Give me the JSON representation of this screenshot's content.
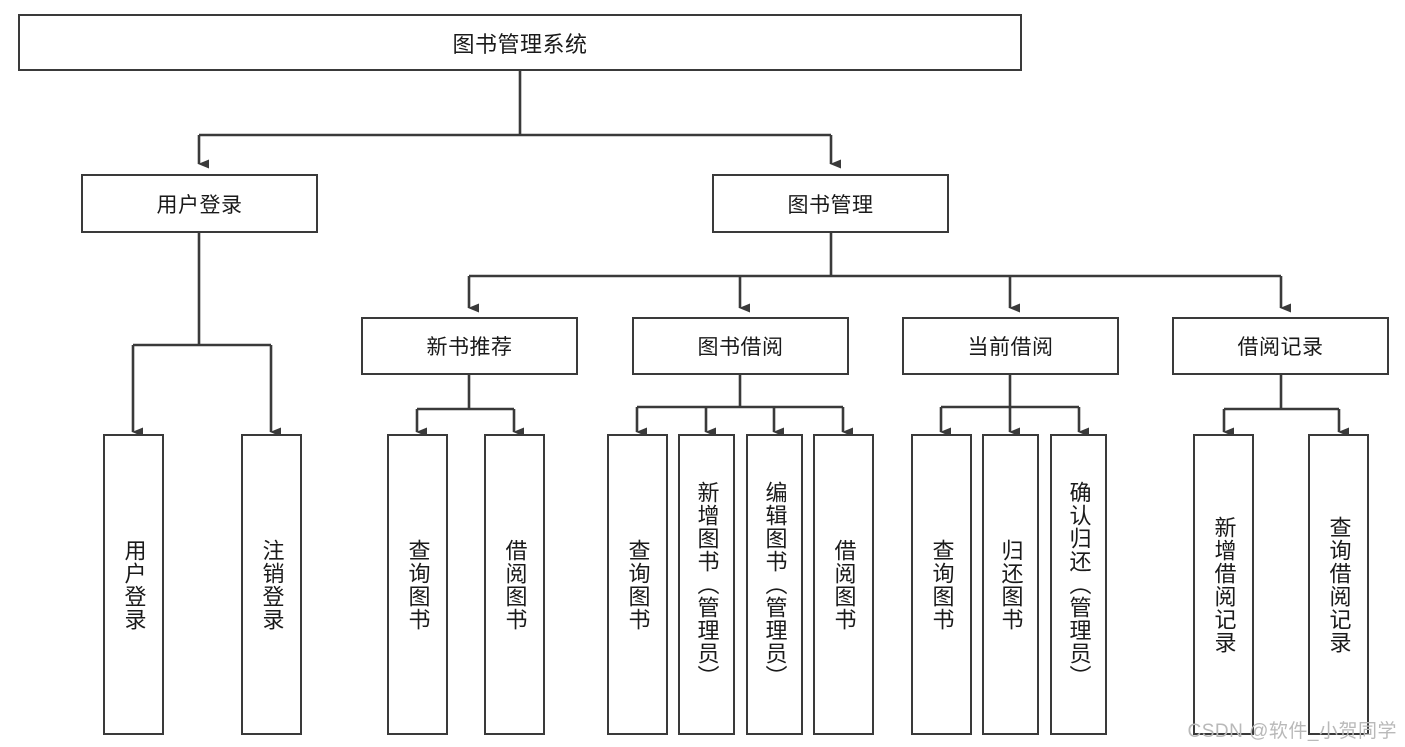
{
  "diagram": {
    "title": "图书管理系统",
    "type": "tree-hierarchy",
    "colors": {
      "box_border": "#3a3a3a",
      "box_fill": "#ffffff",
      "edge": "#3a3a3a",
      "text": "#1a1a1a",
      "watermark": "#b9b9b9"
    },
    "root": {
      "label": "图书管理系统"
    },
    "level1": [
      {
        "label": "用户登录"
      },
      {
        "label": "图书管理"
      }
    ],
    "level2": [
      {
        "label": "新书推荐"
      },
      {
        "label": "图书借阅"
      },
      {
        "label": "当前借阅"
      },
      {
        "label": "借阅记录"
      }
    ],
    "leaves": {
      "user_login": [
        {
          "label": "用户登录"
        },
        {
          "label": "注销登录"
        }
      ],
      "new_book_recommend": [
        {
          "label": "查询图书"
        },
        {
          "label": "借阅图书"
        }
      ],
      "book_borrow": [
        {
          "label": "查询图书"
        },
        {
          "label": "新增图书（管理员）"
        },
        {
          "label": "编辑图书（管理员）"
        },
        {
          "label": "借阅图书"
        }
      ],
      "current_borrow": [
        {
          "label": "查询图书"
        },
        {
          "label": "归还图书"
        },
        {
          "label": "确认归还（管理员）"
        }
      ],
      "borrow_record": [
        {
          "label": "新增借阅记录"
        },
        {
          "label": "查询借阅记录"
        }
      ]
    }
  },
  "watermark": {
    "text": "CSDN @软件_小贺同学"
  }
}
